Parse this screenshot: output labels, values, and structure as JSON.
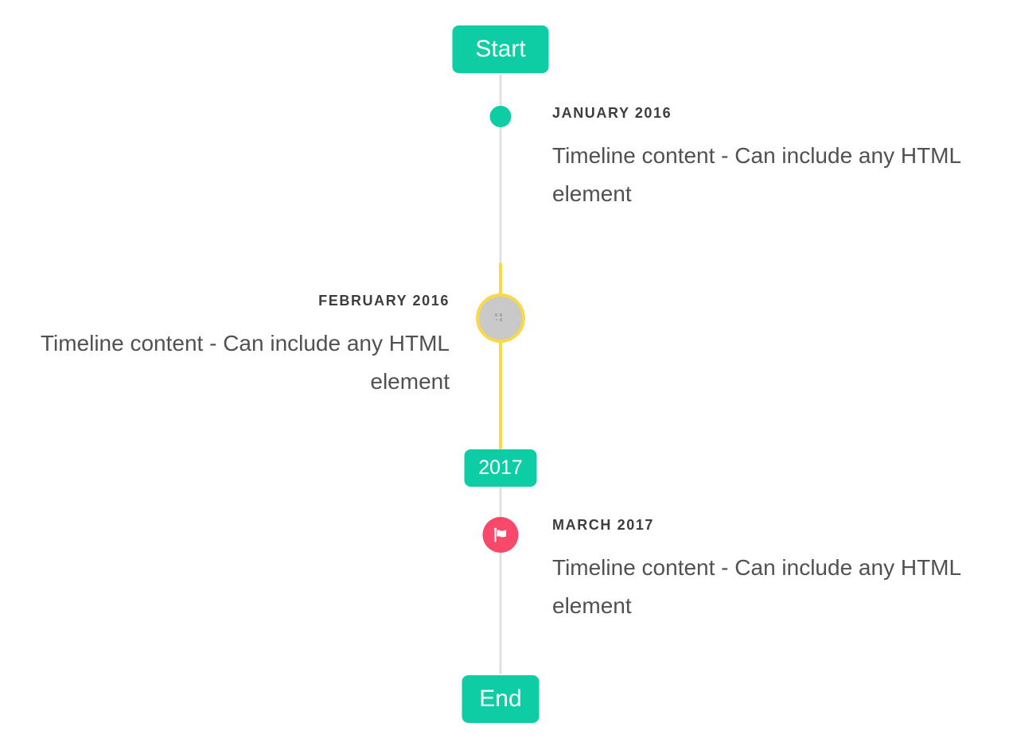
{
  "timeline": {
    "start_badge": "Start",
    "end_badge": "End",
    "year_badge": "2017",
    "entries": [
      {
        "title": "JANUARY 2016",
        "content": "Timeline content - Can include any HTML element",
        "side": "right",
        "marker": "teal-dot"
      },
      {
        "title": "FEBRUARY 2016",
        "content": "Timeline content - Can include any HTML element",
        "side": "left",
        "marker": "image-circle-selected"
      },
      {
        "title": "MARCH 2017",
        "content": "Timeline content - Can include any HTML element",
        "side": "right",
        "marker": "flag-circle"
      }
    ],
    "colors": {
      "accent_teal": "#0ecda4",
      "highlight_yellow": "#f9d94a",
      "flag_red": "#f8496b",
      "line_gray": "#e1e1e1",
      "marker_gray_fill": "#c9c9c9",
      "title_text": "#3d3d3d",
      "content_text": "#515151",
      "badge_text": "#ffffff"
    }
  }
}
